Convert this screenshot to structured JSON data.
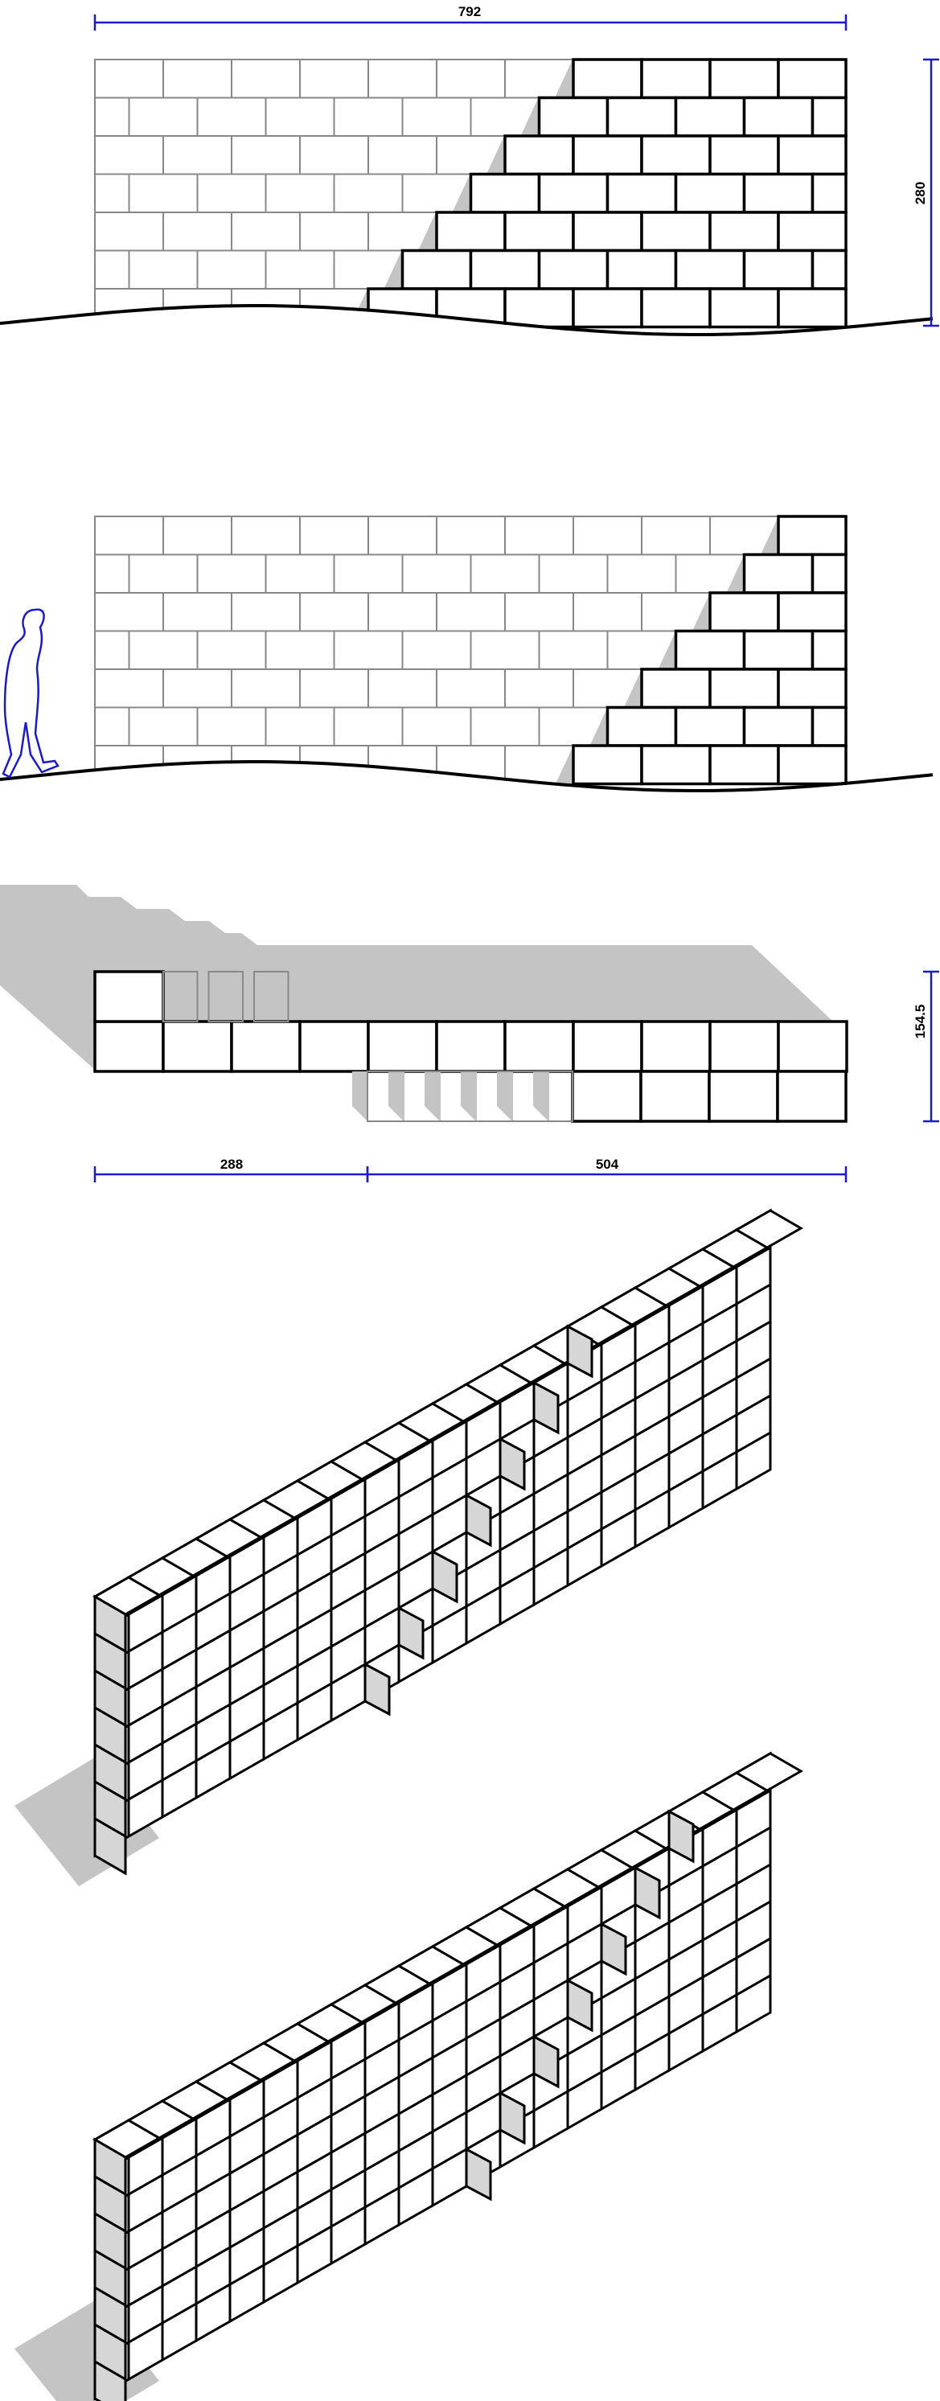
{
  "colors": {
    "dimension": "#1a1acc",
    "ink": "#000000",
    "ghost": "#888888",
    "shadow": "#c4c4c4",
    "block_top": "#ffffff",
    "block_side": "#d6d6d6"
  },
  "dimensions": {
    "total_length": "792",
    "wall_height": "280",
    "plan_depth": "154.5",
    "plan_left": "288",
    "plan_right": "504"
  },
  "icons": {
    "person": "walking-person-icon"
  }
}
